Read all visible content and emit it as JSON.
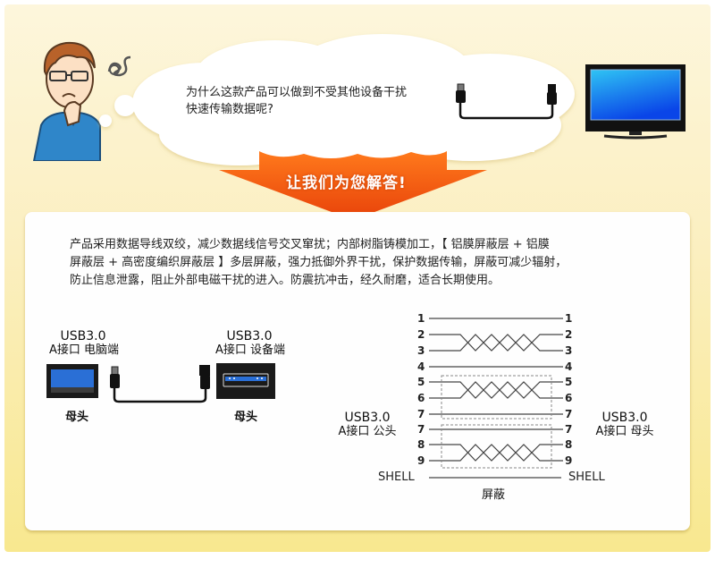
{
  "question": {
    "line1": "为什么这款产品可以做到不受其他设备干扰",
    "line2": "快速传输数据呢?"
  },
  "answer_banner": "让我们为您解答!",
  "description": {
    "line1": "产品采用数据导线双绞，减少数据线信号交叉窜扰；内部树脂铸模加工，【 铝膜屏蔽层 + 铝膜",
    "line2": "屏蔽层 + 高密度编织屏蔽层 】多层屏蔽，强力抵御外界干扰，保护数据传输，屏蔽可减少辐射，",
    "line3": "防止信息泄露，阻止外部电磁干扰的进入。防震抗冲击，经久耐磨，适合长期使用。"
  },
  "connection_diagram": {
    "left": {
      "title": "USB3.0",
      "subtitle": "A接口 电脑端",
      "type": "母头"
    },
    "right": {
      "title": "USB3.0",
      "subtitle": "A接口 设备端",
      "type": "母头"
    }
  },
  "wiring_diagram": {
    "left_label": {
      "title": "USB3.0",
      "subtitle": "A接口 公头"
    },
    "right_label": {
      "title": "USB3.0",
      "subtitle": "A接口 母头"
    },
    "pins": [
      "1",
      "2",
      "3",
      "4",
      "5",
      "6",
      "7",
      "7",
      "8",
      "9"
    ],
    "shell_left": "SHELL",
    "shell_right": "SHELL",
    "shield_label": "屏蔽"
  },
  "colors": {
    "banner": "#f25a0e",
    "background": "#fbefc0",
    "usb_blue": "#2a6fd6",
    "screen_blue": "#1a7ef0"
  }
}
